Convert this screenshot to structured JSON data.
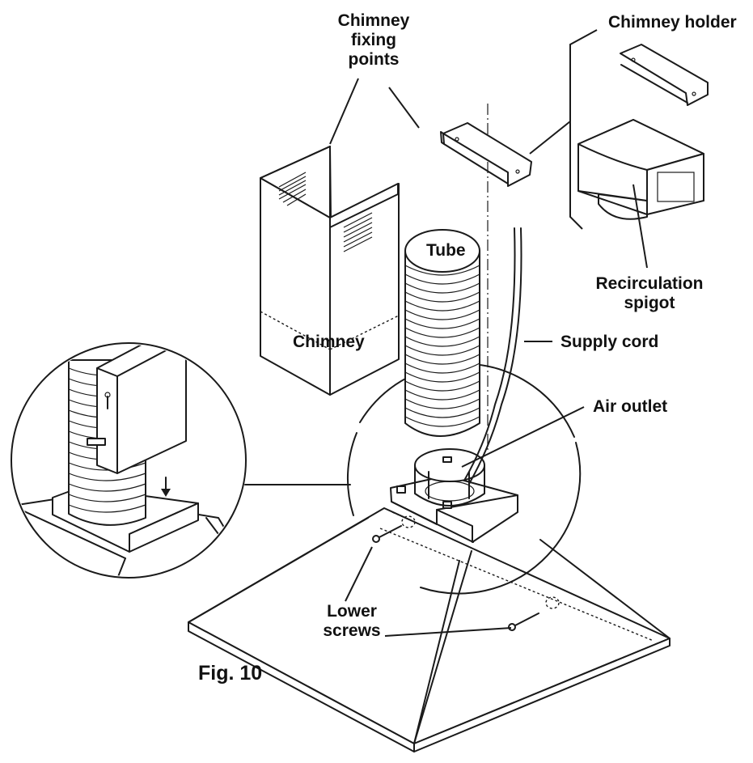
{
  "figure": {
    "caption": "Fig. 10",
    "labels": {
      "chimney_fixing_points": [
        "Chimney",
        "fixing",
        "points"
      ],
      "chimney_holder": "Chimney holder",
      "tube": "Tube",
      "recirculation_spigot": [
        "Recirculation",
        "spigot"
      ],
      "chimney": "Chimney",
      "supply_cord": "Supply  cord",
      "air_outlet": "Air outlet",
      "lower_screws": [
        "Lower",
        "screws"
      ]
    }
  }
}
